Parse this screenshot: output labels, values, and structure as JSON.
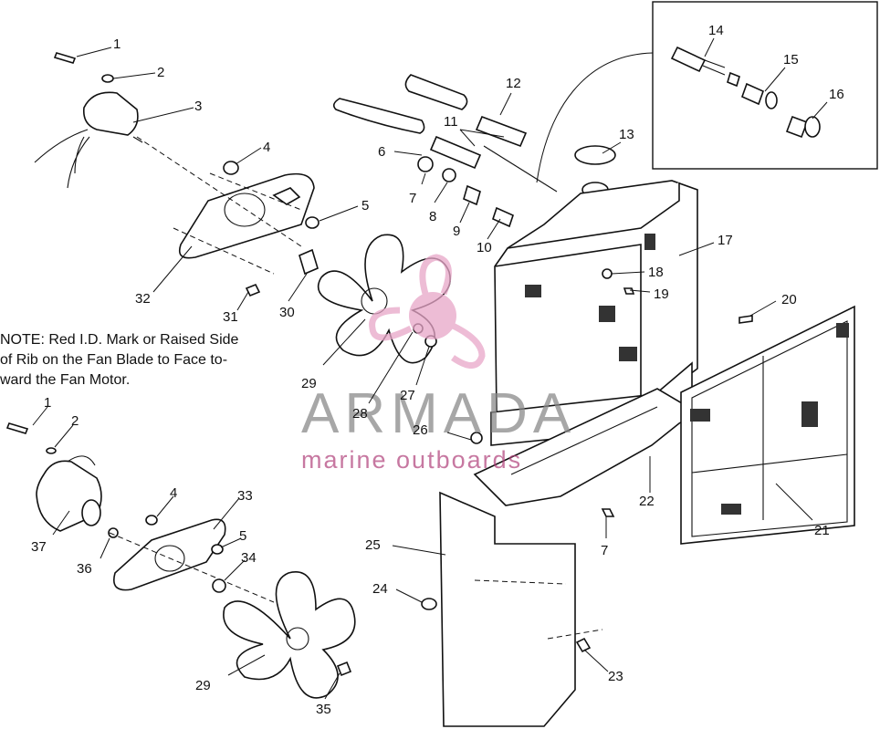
{
  "note": {
    "line1": "NOTE: Red I.D. Mark or Raised Side",
    "line2": "of Rib on the Fan Blade to Face to-",
    "line3": "ward the Fan Motor."
  },
  "watermark": {
    "brand": "ARMADA",
    "tagline": "marine outboards",
    "color": "#e8a6c8"
  },
  "callouts": [
    "1",
    "2",
    "3",
    "4",
    "5",
    "32",
    "31",
    "30",
    "29",
    "28",
    "27",
    "6",
    "7",
    "8",
    "9",
    "10",
    "11",
    "12",
    "13",
    "14",
    "15",
    "16",
    "17",
    "18",
    "19",
    "20",
    "21",
    "22",
    "7",
    "23",
    "24",
    "25",
    "26",
    "1",
    "2",
    "4",
    "33",
    "5",
    "34",
    "37",
    "36",
    "29",
    "35"
  ]
}
